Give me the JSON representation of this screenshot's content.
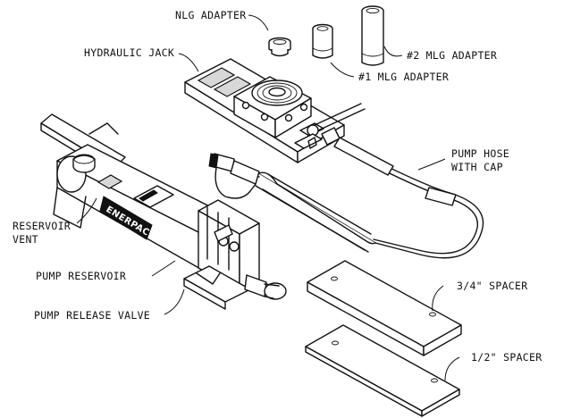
{
  "labels": {
    "nlg_adapter": "NLG ADAPTER",
    "hydraulic_jack": "HYDRAULIC JACK",
    "mlg2_adapter": "#2 MLG ADAPTER",
    "mlg1_adapter": "#1 MLG ADAPTER",
    "pump_hose_line1": "PUMP HOSE",
    "pump_hose_line2": "WITH CAP",
    "reservoir_vent_line1": "RESERVOIR",
    "reservoir_vent_line2": "VENT",
    "pump_reservoir": "PUMP RESERVOIR",
    "pump_release_valve": "PUMP RELEASE VALVE",
    "spacer_34": "3/4\" SPACER",
    "spacer_12": "1/2\" SPACER"
  },
  "brand": {
    "pump_logo_text": "ENERPAC"
  }
}
